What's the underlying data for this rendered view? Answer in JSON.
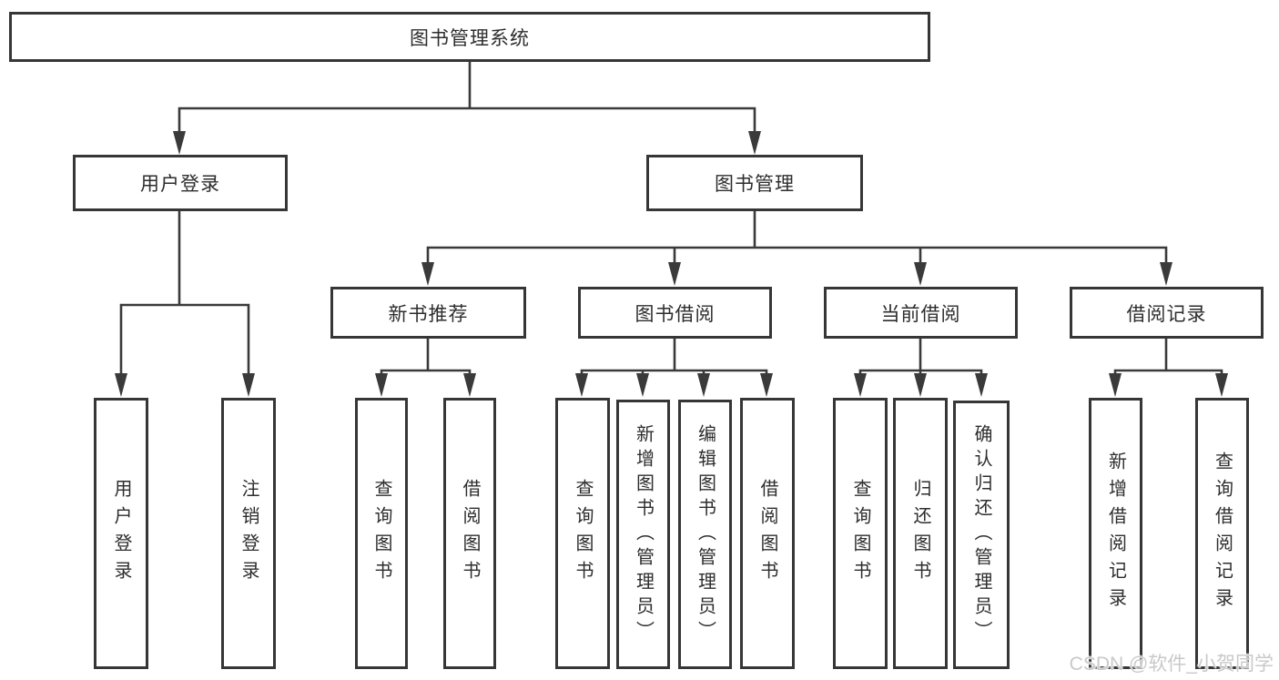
{
  "diagram_type": "hierarchy-tree",
  "tree": {
    "root": {
      "label": "图书管理系统"
    },
    "children": [
      {
        "label": "用户登录",
        "children": [
          {
            "label": "用户登录"
          },
          {
            "label": "注销登录"
          }
        ]
      },
      {
        "label": "图书管理",
        "children": [
          {
            "label": "新书推荐",
            "children": [
              {
                "label": "查询图书"
              },
              {
                "label": "借阅图书"
              }
            ]
          },
          {
            "label": "图书借阅",
            "children": [
              {
                "label": "查询图书"
              },
              {
                "label": "新增图书（管理员）"
              },
              {
                "label": "编辑图书（管理员）"
              },
              {
                "label": "借阅图书"
              }
            ]
          },
          {
            "label": "当前借阅",
            "children": [
              {
                "label": "查询图书"
              },
              {
                "label": "归还图书"
              },
              {
                "label": "确认归还（管理员）"
              }
            ]
          },
          {
            "label": "借阅记录",
            "children": [
              {
                "label": "新增借阅记录"
              },
              {
                "label": "查询借阅记录"
              }
            ]
          }
        ]
      }
    ]
  },
  "watermark": {
    "text": "CSDN @软件_小贺同学"
  },
  "colors": {
    "line": "#3a3a3a",
    "box_border": "#363636",
    "text": "#2d2d2d",
    "background": "#ffffff",
    "watermark_text": "#c9c9c9"
  }
}
